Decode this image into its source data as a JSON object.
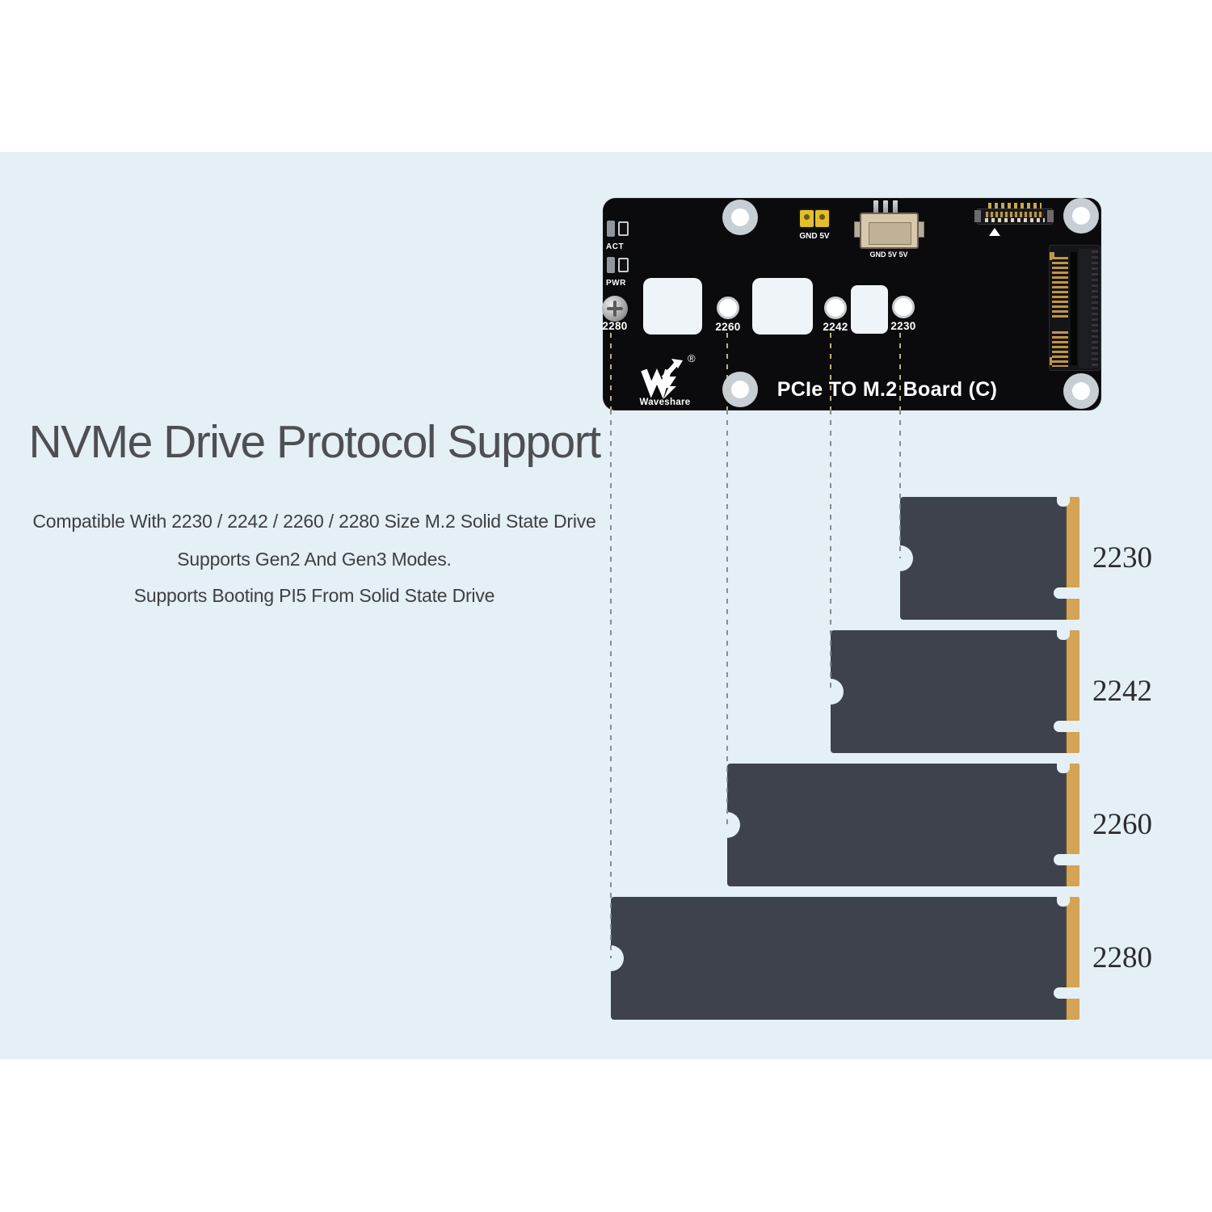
{
  "page": {
    "background_top": "#ffffff",
    "panel_color": "#e4eff6"
  },
  "headline": {
    "title": "NVMe Drive Protocol Support",
    "features": [
      "Compatible With 2230 / 2242 / 2260 / 2280 Size M.2 Solid State Drive",
      "Supports Gen2 And Gen3 Modes.",
      "Supports Booting PI5 From Solid State Drive"
    ]
  },
  "board": {
    "title": "PCIe TO M.2 Board (C)",
    "brand": "Waveshare",
    "registered_mark": "®",
    "led_labels": {
      "act": "ACT",
      "pwr": "PWR"
    },
    "jumper_label": "GND 5V",
    "power_header_label": "GND 5V 5V",
    "size_marks": [
      "2280",
      "2260",
      "2242",
      "2230"
    ]
  },
  "ssd_diagram": {
    "items": [
      {
        "label": "2230"
      },
      {
        "label": "2242"
      },
      {
        "label": "2260"
      },
      {
        "label": "2280"
      }
    ],
    "body_color": "#3e424d",
    "connector_color": "#d4a355"
  }
}
